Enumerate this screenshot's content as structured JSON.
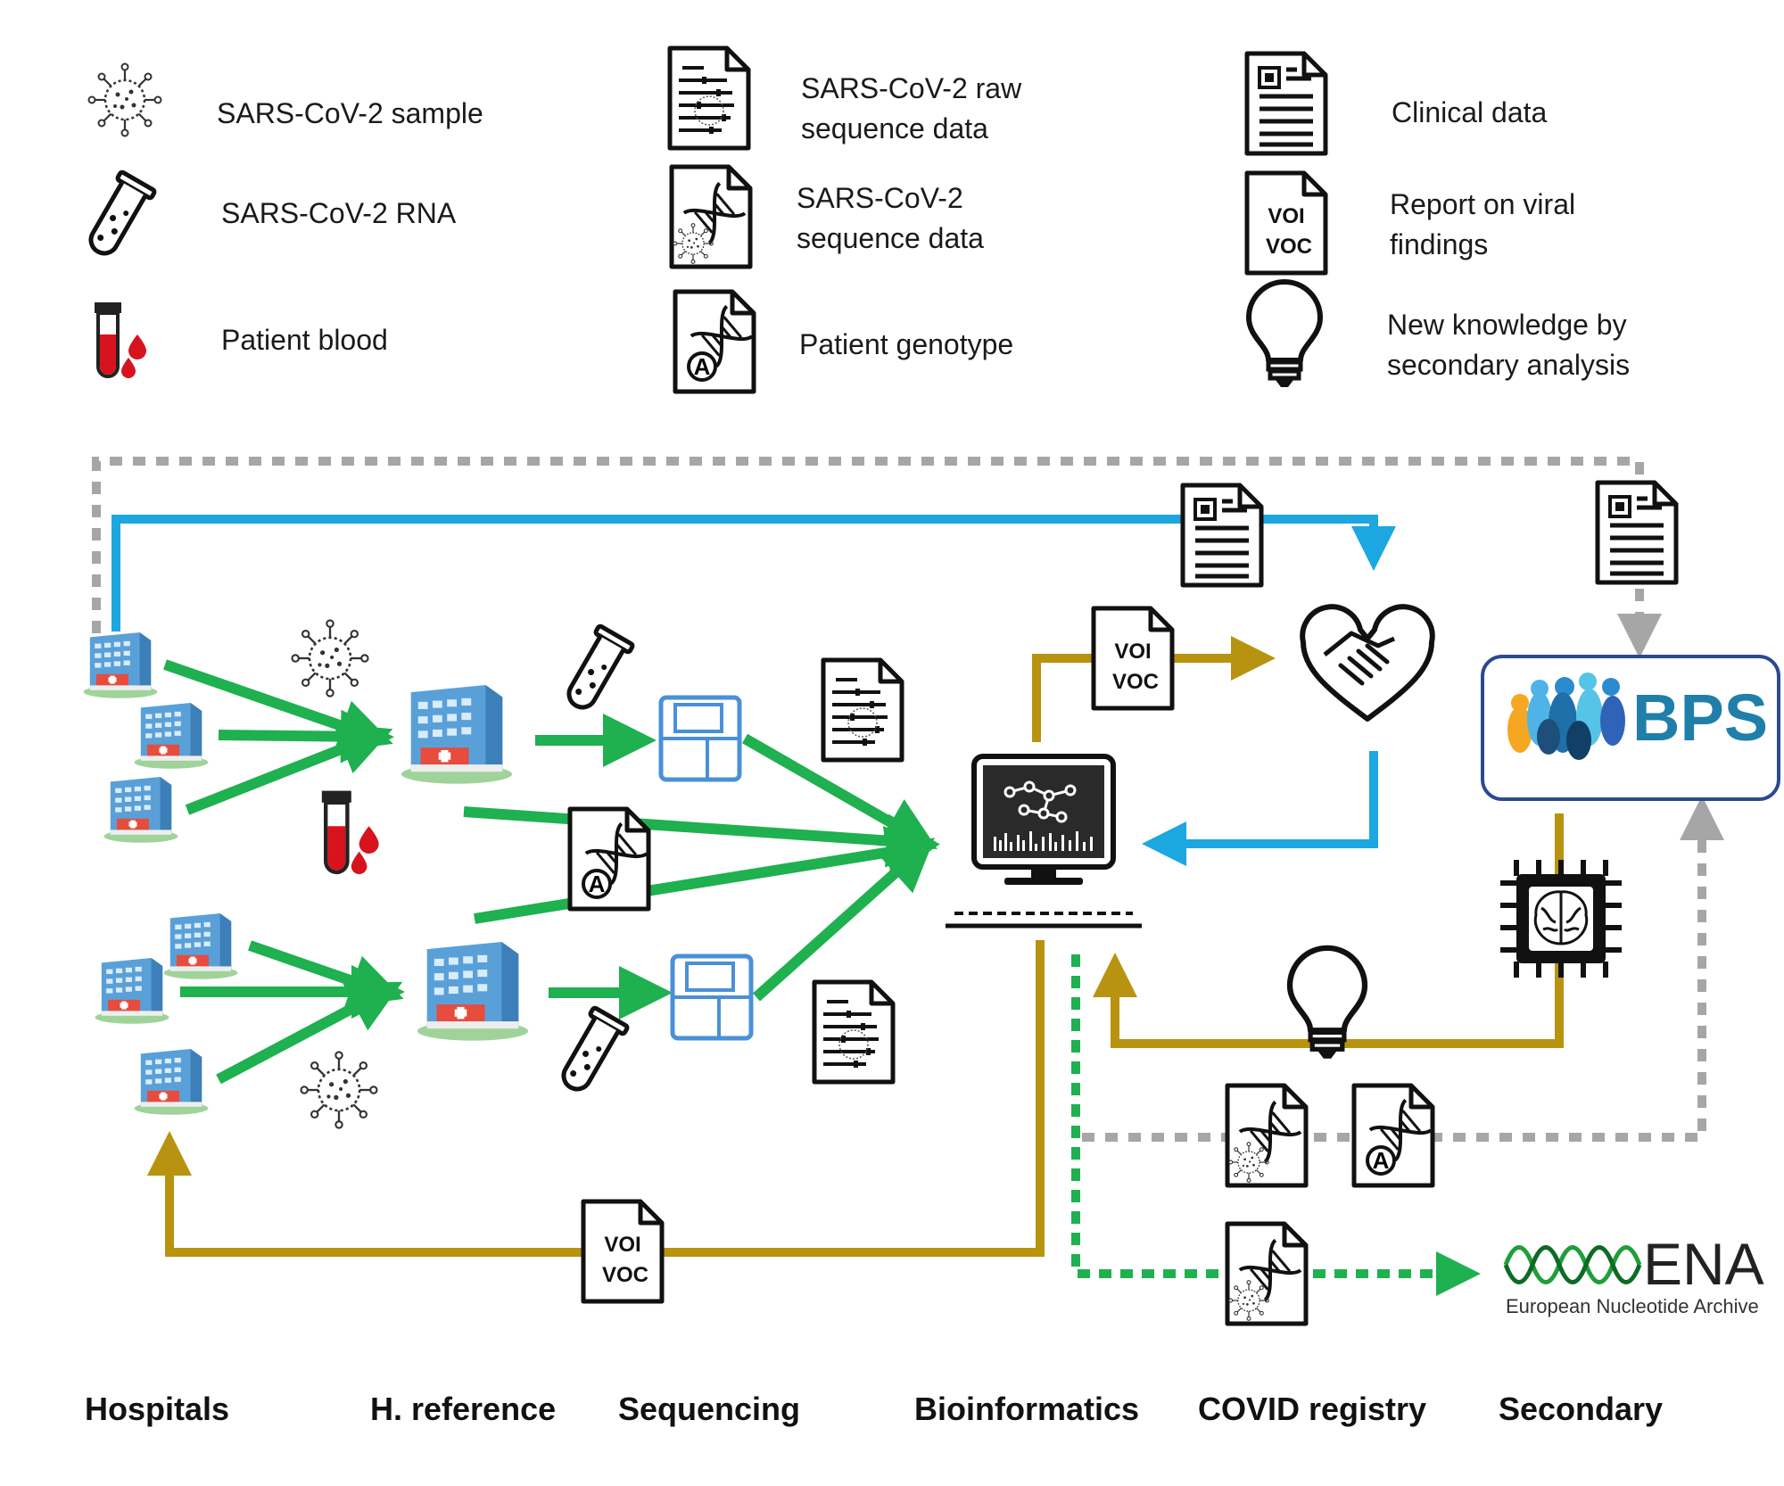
{
  "legend": [
    {
      "icon": "virus-sample-icon",
      "lines": [
        "SARS-CoV-2 sample"
      ]
    },
    {
      "icon": "test-tube-icon",
      "lines": [
        "SARS-CoV-2 RNA"
      ]
    },
    {
      "icon": "blood-tube-icon",
      "lines": [
        "Patient blood"
      ]
    },
    {
      "icon": "raw-sequence-doc-icon",
      "lines": [
        "SARS-CoV-2 raw",
        "sequence data"
      ]
    },
    {
      "icon": "sequence-doc-icon",
      "lines": [
        "SARS-CoV-2",
        "sequence data"
      ]
    },
    {
      "icon": "genotype-doc-icon",
      "lines": [
        "Patient genotype"
      ]
    },
    {
      "icon": "clinical-doc-icon",
      "lines": [
        "Clinical data"
      ]
    },
    {
      "icon": "voi-voc-report-icon",
      "lines": [
        "Report on viral",
        "findings"
      ]
    },
    {
      "icon": "lightbulb-icon",
      "lines": [
        "New knowledge by",
        "secondary analysis"
      ]
    }
  ],
  "report_text": {
    "line1": "VOI",
    "line2": "VOC"
  },
  "genotype_letter": "A",
  "bps": {
    "label": "BPS"
  },
  "ena": {
    "label": "ENA",
    "subtitle": "European Nucleotide Archive"
  },
  "stages": [
    "Hospitals",
    "H. reference",
    "Sequencing",
    "Bioinformatics",
    "COVID registry",
    "Secondary"
  ],
  "colors": {
    "green": "#1fb04f",
    "blue": "#1ca7e0",
    "gold": "#b8930f",
    "gray": "#a6a6a6",
    "red": "#d7141e",
    "bps_blue": "#1f7fa8",
    "ena_green": "#1f9e3a"
  }
}
